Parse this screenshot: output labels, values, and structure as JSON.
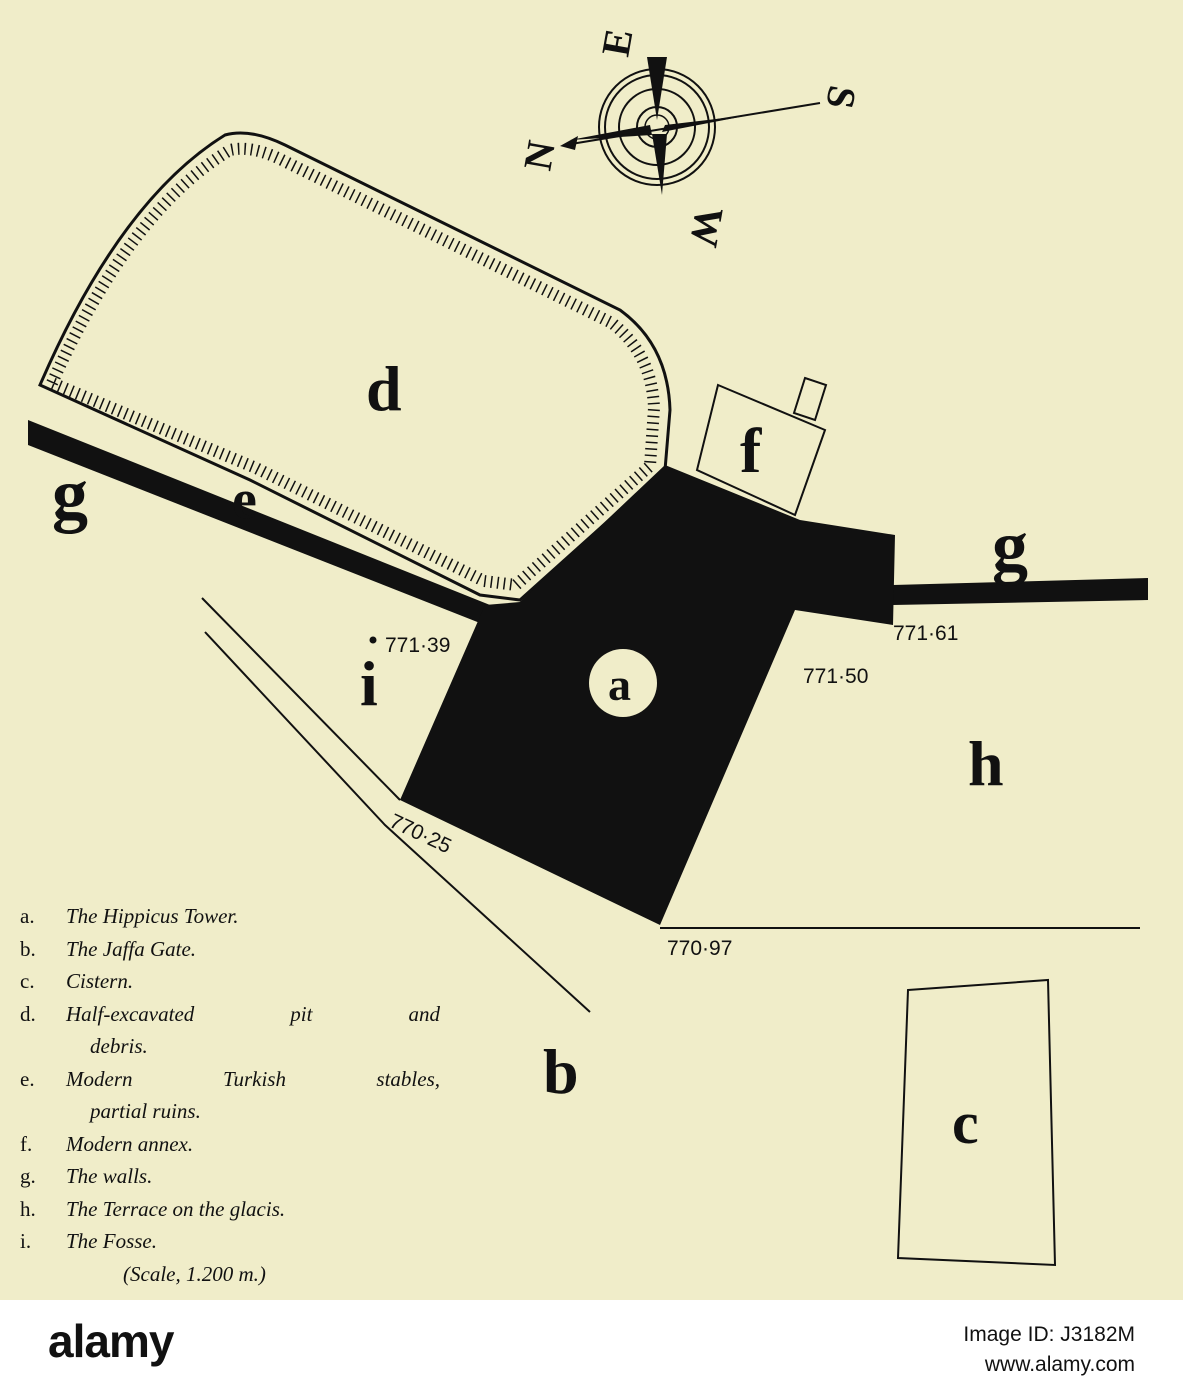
{
  "colors": {
    "paper": "#f0edc9",
    "ink": "#111111",
    "footer_bg": "#ffffff"
  },
  "compass": {
    "n": "N",
    "e": "E",
    "s": "S",
    "w": "W"
  },
  "plan_labels": {
    "a": "a",
    "b": "b",
    "c": "c",
    "d": "d",
    "e": "e",
    "f": "f",
    "g_left": "g",
    "g_right": "g",
    "h": "h",
    "i": "i"
  },
  "elevations": {
    "e1": "771·39",
    "e2": "771·61",
    "e3": "771·50",
    "e4": "770·25",
    "e5": "770·97"
  },
  "watermark": "alamy",
  "legend": {
    "items": [
      {
        "key": "a.",
        "text": "The Hippicus Tower."
      },
      {
        "key": "b.",
        "text": "The Jaffa Gate."
      },
      {
        "key": "c.",
        "text": "Cistern."
      },
      {
        "key": "d.",
        "text": "Half-excavated pit and",
        "cont": "debris."
      },
      {
        "key": "e.",
        "text": "Modern Turkish stables,",
        "cont": "partial ruins."
      },
      {
        "key": "f.",
        "text": "Modern annex."
      },
      {
        "key": "g.",
        "text": "The walls."
      },
      {
        "key": "h.",
        "text": "The Terrace on the glacis."
      },
      {
        "key": "i.",
        "text": "The Fosse."
      }
    ],
    "scale": "(Scale, 1.200 m.)"
  },
  "footer": {
    "logo": "alamy",
    "image_id": "Image ID: J3182M",
    "site": "www.alamy.com"
  }
}
